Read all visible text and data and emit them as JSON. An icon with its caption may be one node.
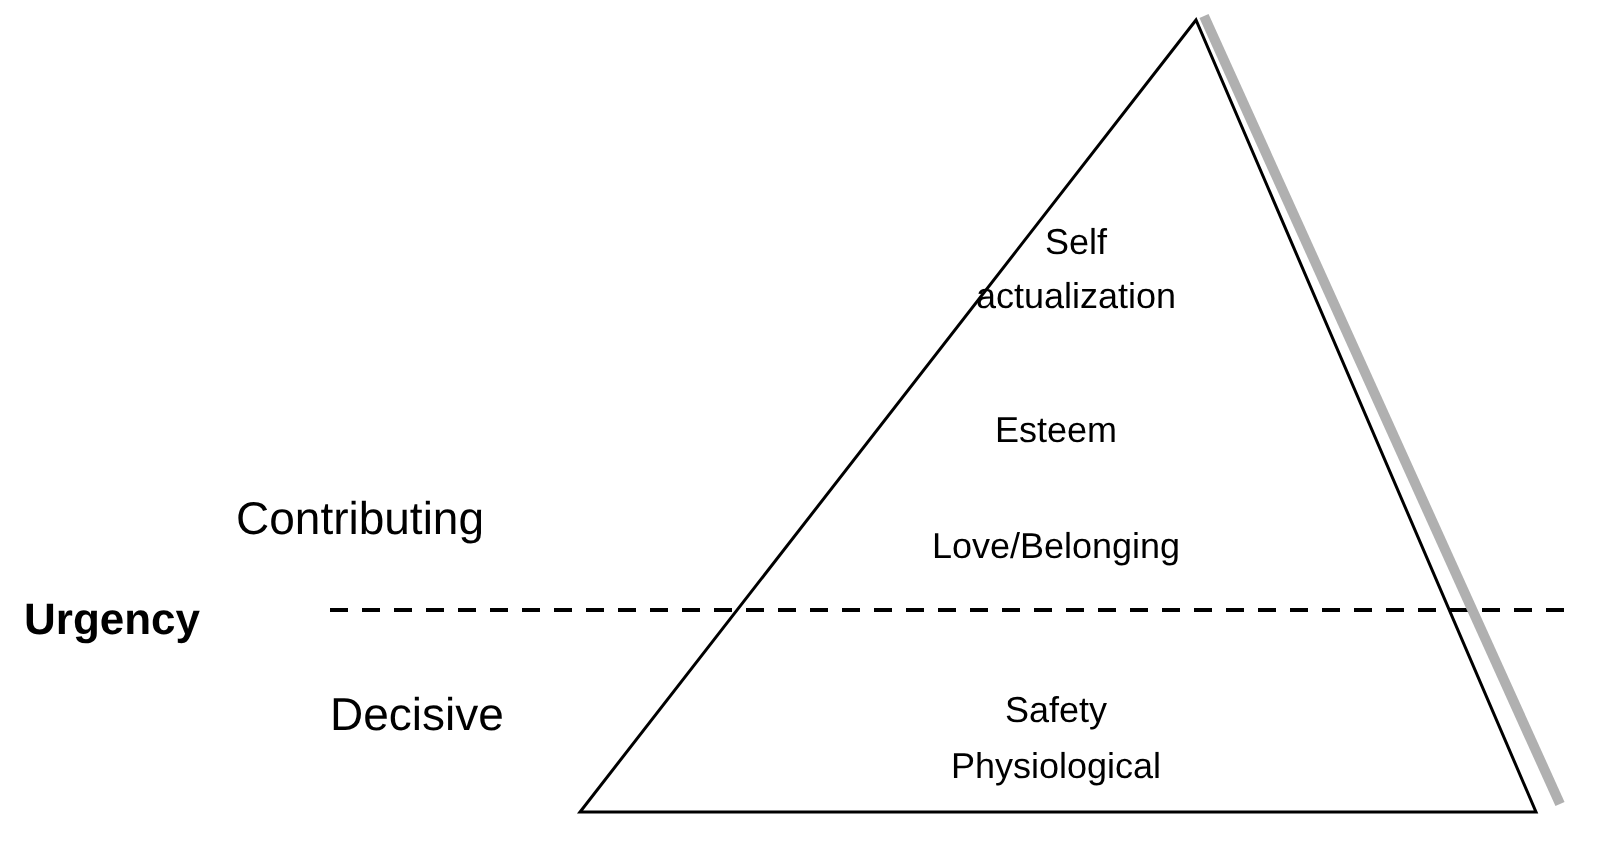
{
  "diagram": {
    "nodes": [
      {
        "text": [
          "Self actualization",
          "Esteem",
          "Love/Belonging",
          "Safety",
          "Physiological"
        ]
      }
    ],
    "labels": [
      "Contributing",
      "Urgency",
      "Decisive"
    ]
  }
}
